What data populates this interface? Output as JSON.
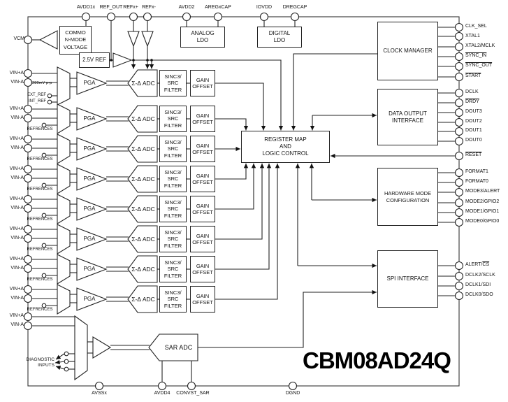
{
  "part_number": "CBM08AD24Q",
  "top_pins": [
    "AVDD1x",
    "REF_OUT",
    "REFx+",
    "REFx-",
    "AVDD2",
    "AREGxCAP",
    "IOVDD",
    "DREGCAP"
  ],
  "left_pins": {
    "vcm": "VCM",
    "vin_pos": "VIN+A",
    "vin_neg": "VIN-A"
  },
  "channel_labels": {
    "references": "REFRENCES",
    "range": "280mV p-p",
    "ext_ref": "EXT_REF",
    "int_ref": "INT_REF",
    "diagnostic": "DIAGNOSTIC\nINPUTS"
  },
  "blocks": {
    "common_mode": "COMMO\nN-MODE\nVOLTAGE",
    "ref_2v5": "2.5V REF",
    "analog_ldo": "ANALOG\nLDO",
    "digital_ldo": "DIGITAL\nLDO",
    "pga": "PGA",
    "sd_adc": "Σ-Δ ADC",
    "sinc": "SINC3/\nSRC\nFILTER",
    "gain": "GAIN\nOFFSET",
    "register_map": "REGISTER MAP\nAND\nLOGIC CONTROL",
    "clock_manager": "CLOCK MANAGER",
    "data_output": "DATA OUTPUT\nINTERFACE",
    "hw_mode": "HARDWARE MODE\nCONFIGURATION",
    "spi": "SPI INTERFACE",
    "sar": "SAR ADC"
  },
  "right_pins": [
    "CLK_SEL",
    "XTAL1",
    "XTAL2/MCLK",
    "SYNC_IN",
    "SYNC_OUT",
    "START",
    "DCLK",
    "DRDY",
    "DOUT3",
    "DOUT2",
    "DOUT1",
    "DOUT0",
    "RESET",
    "FORMAT1",
    "FORMAT0",
    "MODE3/ALERT",
    "MODE2/GPIO2",
    "MODE1/GPIO1",
    "MODE0/GPIO0",
    "ALERT/CS",
    "DCLK2/SCLK",
    "DCLK1/SDI",
    "DCLK0/SDO"
  ],
  "right_pins_split": {
    "alert_cs_prefix": "ALERT/",
    "alert_cs_ov": "CS"
  },
  "bottom_pins": [
    "AVSSx",
    "AVDD4",
    "CONVST_SAR",
    "DGND"
  ]
}
